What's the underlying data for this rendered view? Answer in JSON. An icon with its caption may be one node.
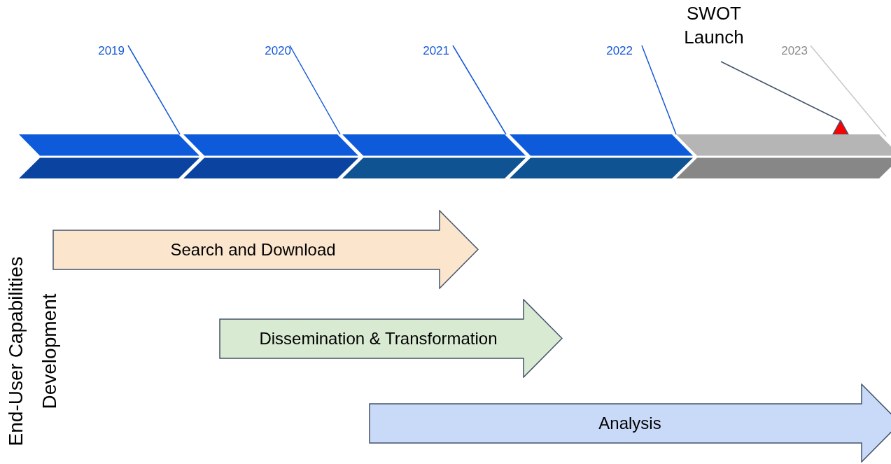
{
  "diagram": {
    "nodes": [
      {
        "text": [
          "SWOT Launch"
        ]
      },
      {
        "text": [
          "2019"
        ]
      },
      {
        "text": [
          "2020"
        ]
      },
      {
        "text": [
          "2021"
        ]
      },
      {
        "text": [
          "2022"
        ]
      },
      {
        "text": [
          "2023"
        ]
      },
      {
        "text": [],
        "shape": "triangle"
      },
      {
        "text": [],
        "shape": "chevron"
      },
      {
        "text": [],
        "shape": "chevron"
      },
      {
        "text": [],
        "shape": "chevron"
      },
      {
        "text": [],
        "shape": "chevron"
      },
      {
        "text": [],
        "shape": "chevron"
      },
      {
        "text": [
          "Search and Download"
        ]
      },
      {
        "text": [
          "Dissemination & Transformation"
        ]
      },
      {
        "text": [
          "Analysis"
        ]
      }
    ],
    "edges": [
      {
        "from": 1,
        "to": 7,
        "arrow": "none"
      },
      {
        "from": 2,
        "to": 8,
        "arrow": "none"
      },
      {
        "from": 3,
        "to": 9,
        "arrow": "none"
      },
      {
        "from": 4,
        "to": 10,
        "arrow": "none"
      },
      {
        "from": 0,
        "to": 6,
        "arrow": "none",
        "color": "#44546a"
      },
      {
        "from": 5,
        "to": 11,
        "arrow": "none",
        "color": "#c8c8c8"
      }
    ],
    "labels": [
      "End-User Capabilities Development"
    ]
  }
}
